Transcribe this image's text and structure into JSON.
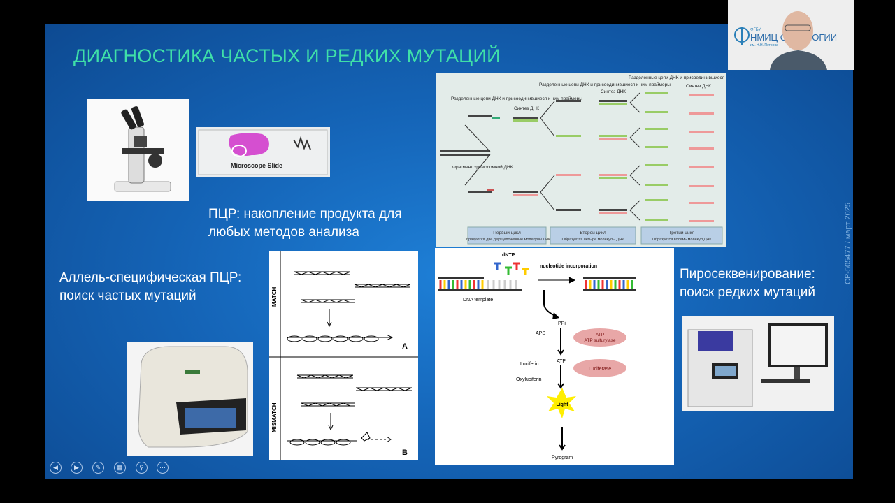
{
  "slide": {
    "title": "ДИАГНОСТИКА ЧАСТЫХ И РЕДКИХ МУТАЦИЙ",
    "pcr_text_1": "ПЦР: накопление продукта для",
    "pcr_text_2": "любых методов анализа",
    "as_pcr_text_1": "Аллель-специфическая ПЦР:",
    "as_pcr_text_2": "поиск частых мутаций",
    "pyro_text_1": "Пиросеквенирование:",
    "pyro_text_2": "поиск редких мутаций",
    "vertical_note": "CP-505477 / март 2025",
    "microscope_slide_label": "Microscope Slide"
  },
  "pcr_diagram": {
    "col1": "Разделенные цепи ДНК и присоединившиеся к ним праймеры",
    "col2": "Синтез ДНК",
    "col3": "Разделенные цепи ДНК и присоединившиеся к ним праймеры",
    "col4": "Синтез ДНК",
    "col5": "Разделенные цепи ДНК и присоединившиеся к ним праймеры",
    "col6": "Синтез ДНК",
    "fragment": "Фрагмент хромосомной ДНК",
    "cycle1": "Первый цикл",
    "cycle1_sub": "Образуются две двухцепочечные молекулы ДНК",
    "cycle2": "Второй цикл",
    "cycle2_sub": "Образуется четыре молекулы ДНК",
    "cycle3": "Третий цикл",
    "cycle3_sub": "Образуется восемь молекул ДНК"
  },
  "as_pcr": {
    "match": "MATCH",
    "mismatch": "MISMATCH",
    "label_a": "A",
    "label_b": "B"
  },
  "pyro": {
    "dntp": "dNTP",
    "incorporation": "nucleotide incorporation",
    "template": "DNA template",
    "ppi": "PPi",
    "aps": "APS",
    "atp": "ATP",
    "atp_sulfurylase": "ATP sulfurylase",
    "luciferin": "Luciferin",
    "oxyluciferin": "Oxyluciferin",
    "luciferase": "Luciferase",
    "light": "Light",
    "pyrogram": "Pyrogram"
  },
  "webcam": {
    "org_small": "ФГБУ",
    "org_big": "НМИЦ ОНКОЛОГИИ",
    "org_sub": "им. Н.Н. Петрова"
  },
  "controls": [
    "prev-icon",
    "next-icon",
    "pen-icon",
    "slides-icon",
    "zoom-icon",
    "more-icon"
  ]
}
